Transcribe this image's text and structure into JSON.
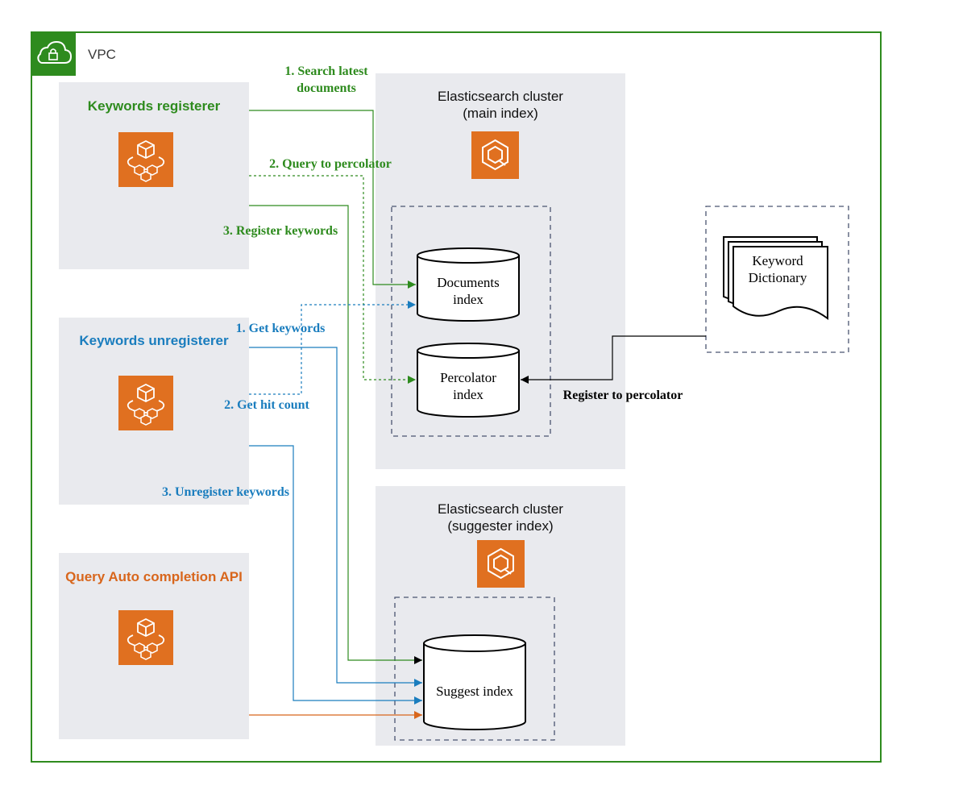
{
  "colors": {
    "green": "#2E8B1E",
    "blue": "#1A7DBE",
    "orange": "#D8661C",
    "service_fill": "#E07020",
    "panel_fill": "#E9EAEE",
    "dash_border": "#4A5470",
    "black": "#000000"
  },
  "vpc": {
    "label": "VPC",
    "icon": "cloud-lock-icon"
  },
  "services": {
    "registerer": {
      "title": "Keywords registerer",
      "icon": "lambda-cube-icon"
    },
    "unregisterer": {
      "title": "Keywords unregisterer",
      "icon": "lambda-cube-icon"
    },
    "qac_api": {
      "title": "Query Auto completion API",
      "icon": "lambda-cube-icon"
    }
  },
  "clusters": {
    "main": {
      "title_line1": "Elasticsearch cluster",
      "title_line2": "(main index)",
      "icon": "elasticsearch-icon"
    },
    "suggester": {
      "title_line1": "Elasticsearch cluster",
      "title_line2": "(suggester index)",
      "icon": "elasticsearch-icon"
    }
  },
  "indexes": {
    "documents": {
      "line1": "Documents",
      "line2": "index"
    },
    "percolator": {
      "line1": "Percolator",
      "line2": "index"
    },
    "suggest": {
      "line1": "Suggest index"
    }
  },
  "dictionary": {
    "line1": "Keyword",
    "line2": "Dictionary"
  },
  "edges": {
    "reg_search_line1": "1. Search latest",
    "reg_search_line2": "documents",
    "reg_query": "2. Query to percolator",
    "reg_register": "3. Register keywords",
    "unreg_get": "1. Get keywords",
    "unreg_hit": "2. Get hit count",
    "unreg_unregister": "3. Unregister keywords",
    "dict_register": "Register to percolator"
  }
}
